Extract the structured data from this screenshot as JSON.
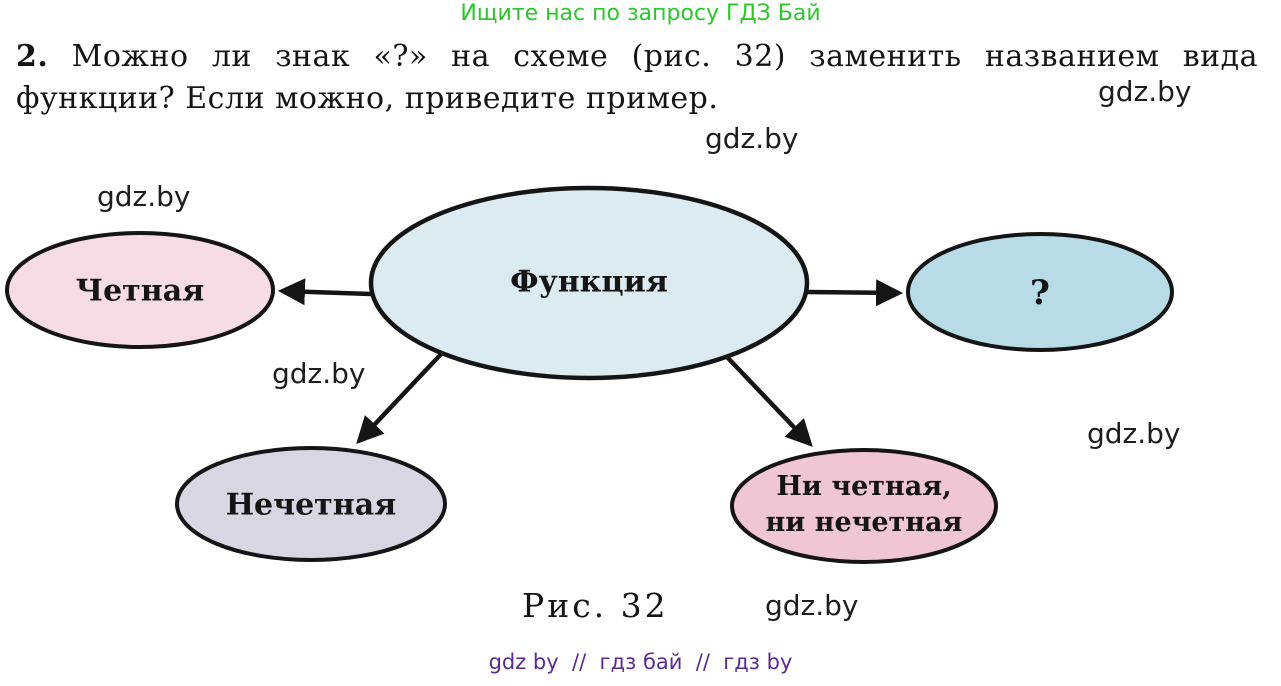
{
  "banner": {
    "text": "Ищите нас по запросу ГДЗ Бай",
    "color": "#2dc72d"
  },
  "problem": {
    "number": "2.",
    "line1": "Можно ли знак «?» на схеме (рис. 32) заменить названием вида",
    "line2": "функции? Если можно, приведите пример."
  },
  "watermark": {
    "text": "gdz.by"
  },
  "diagram": {
    "stroke_color": "#151515",
    "nodes": {
      "center": {
        "label": "Функция",
        "fill": "#dcebf2"
      },
      "even": {
        "label": "Четная",
        "fill": "#f7dce6"
      },
      "unknown": {
        "label": "?",
        "fill": "#b7dbe7"
      },
      "odd": {
        "label": "Нечетная",
        "fill": "#d7d6e2"
      },
      "neither": {
        "line1": "Ни четная,",
        "line2": "ни нечетная",
        "fill": "#f1c6d4"
      }
    }
  },
  "caption": {
    "text": "Рис. 32"
  },
  "footer": {
    "text": "gdz by  //  гдз бай  //  гдз by",
    "color": "#5b2b91"
  }
}
